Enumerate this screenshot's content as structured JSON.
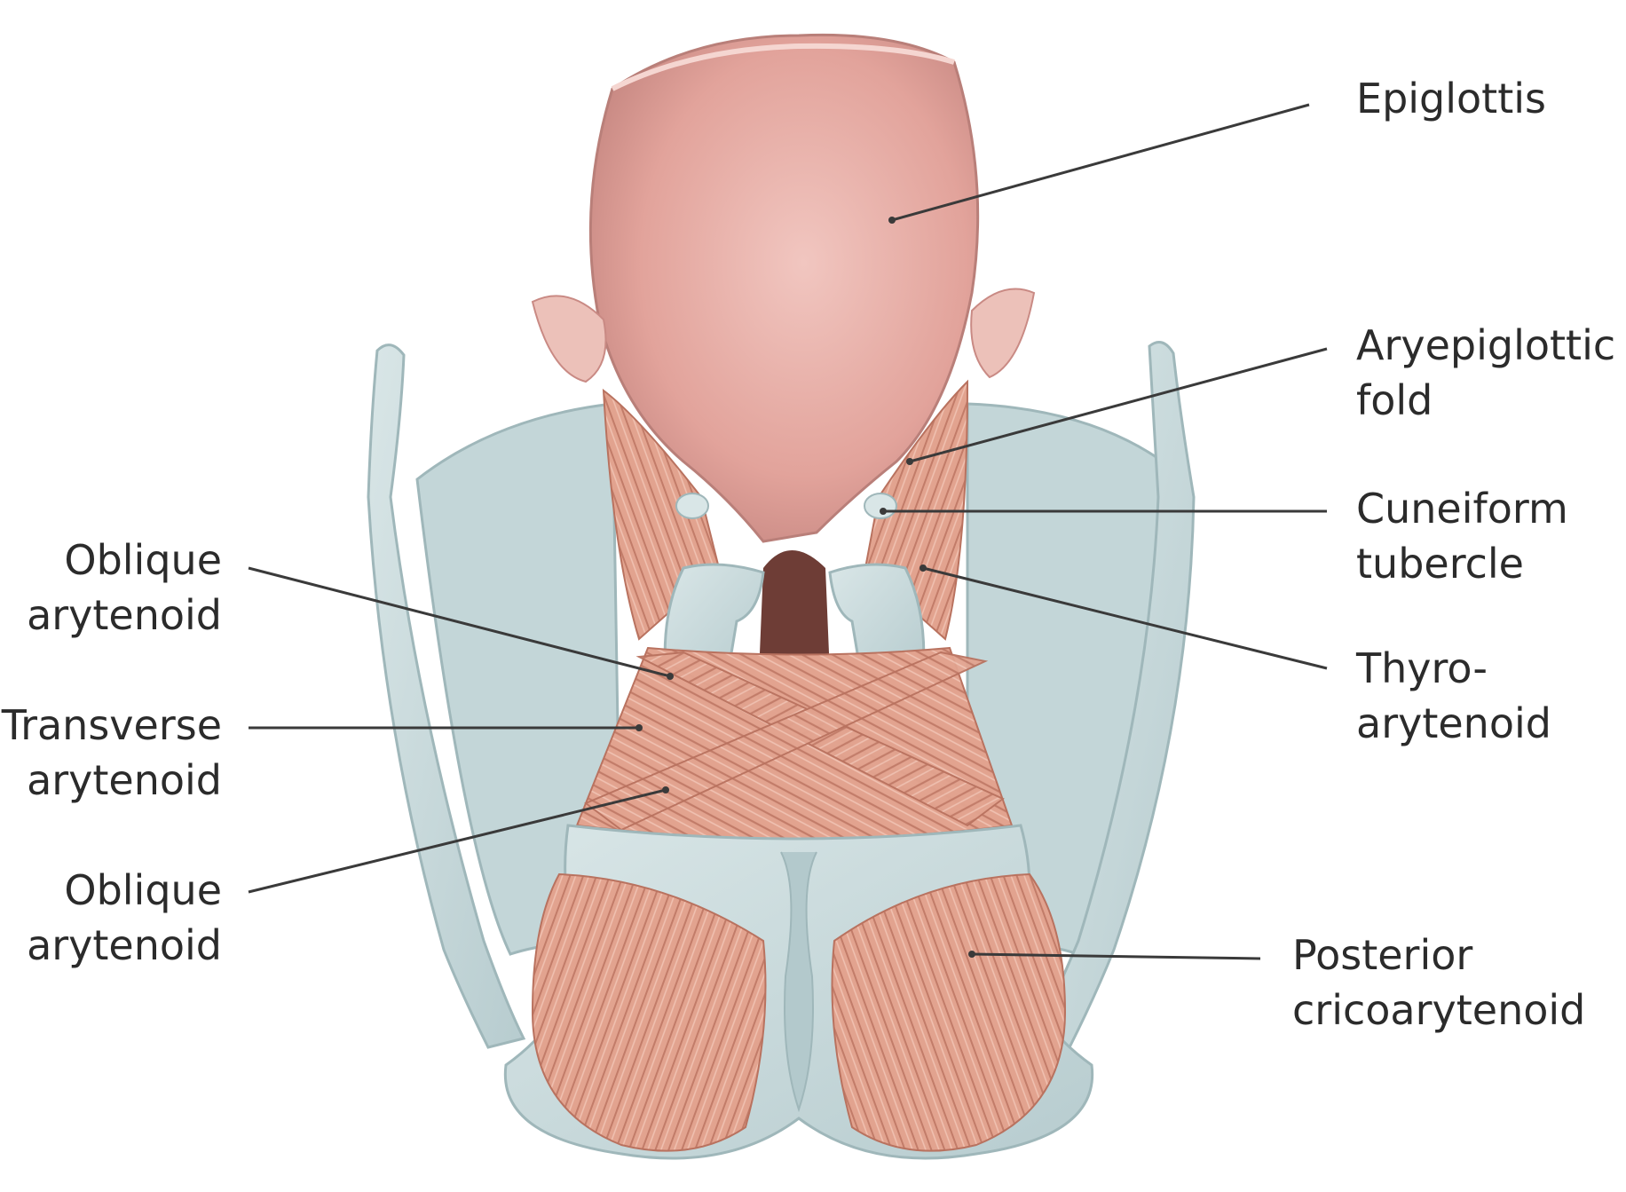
{
  "diagram": {
    "labels": {
      "epiglottis": [
        "Epiglottis"
      ],
      "aryepiglottic_fold": [
        "Aryepiglottic",
        "fold"
      ],
      "cuneiform_tubercle": [
        "Cuneiform",
        "tubercle"
      ],
      "thyroarytenoid": [
        "Thyro-",
        "arytenoid"
      ],
      "posterior_cricoarytenoid": [
        "Posterior",
        "cricoarytenoid"
      ],
      "oblique_arytenoid_upper": [
        "Oblique",
        "arytenoid"
      ],
      "transverse_arytenoid": [
        "Transverse",
        "arytenoid"
      ],
      "oblique_arytenoid_lower": [
        "Oblique",
        "arytenoid"
      ]
    },
    "colors": {
      "cartilage": "#c8dadb",
      "cartilage_shadow": "#9fb7ba",
      "epiglottis": "#e6aaa3",
      "epiglottis_dark": "#c98a84",
      "muscle": "#e2a38f",
      "muscle_fiber": "#c27c69",
      "leader": "#3a3a3a"
    }
  }
}
